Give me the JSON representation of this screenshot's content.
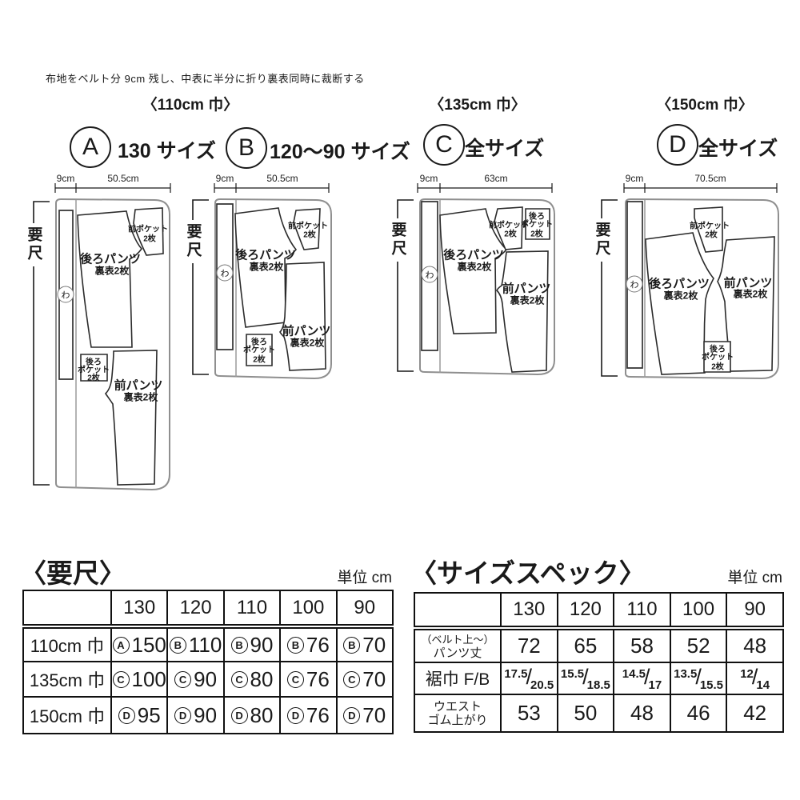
{
  "page": {
    "instruction": "布地をベルト分 9cm 残し、中表に半分に折り裏表同時に裁断する",
    "column_headers": [
      "〈110cm 巾〉",
      "〈135cm 巾〉",
      "〈150cm 巾〉"
    ]
  },
  "layouts": [
    {
      "letter": "A",
      "size_label": "130 サイズ",
      "belt_width_label": "9cm",
      "fabric_width_label": "50.5cm",
      "length_label": "要尺",
      "fold_label": "わ",
      "pieces": {
        "back_pants": {
          "name": "後ろパンツ",
          "note": "裏表2枚"
        },
        "front_pants": {
          "name": "前パンツ",
          "note": "裏表2枚"
        },
        "front_pocket": {
          "name": "前ポケット",
          "note": "2枚"
        },
        "back_pocket": {
          "l1": "後ろ",
          "l2": "ポケット",
          "l3": "2枚"
        }
      }
    },
    {
      "letter": "B",
      "size_label": "120〜90 サイズ",
      "belt_width_label": "9cm",
      "fabric_width_label": "50.5cm",
      "length_label": "要尺",
      "fold_label": "わ",
      "pieces": {
        "back_pants": {
          "name": "後ろパンツ",
          "note": "裏表2枚"
        },
        "front_pants": {
          "name": "前パンツ",
          "note": "裏表2枚"
        },
        "front_pocket": {
          "name": "前ポケット",
          "note": "2枚"
        },
        "back_pocket": {
          "l1": "後ろ",
          "l2": "ポケット",
          "l3": "2枚"
        }
      }
    },
    {
      "letter": "C",
      "size_label": "全サイズ",
      "belt_width_label": "9cm",
      "fabric_width_label": "63cm",
      "length_label": "要尺",
      "fold_label": "わ",
      "pieces": {
        "back_pants": {
          "name": "後ろパンツ",
          "note": "裏表2枚"
        },
        "front_pants": {
          "name": "前パンツ",
          "note": "裏表2枚"
        },
        "front_pocket": {
          "name": "前ポケット",
          "note": "2枚"
        },
        "back_pocket": {
          "l1": "後ろ",
          "l2": "ポケット",
          "l3": "2枚"
        }
      }
    },
    {
      "letter": "D",
      "size_label": "全サイズ",
      "belt_width_label": "9cm",
      "fabric_width_label": "70.5cm",
      "length_label": "要尺",
      "fold_label": "わ",
      "pieces": {
        "back_pants": {
          "name": "後ろパンツ",
          "note": "裏表2枚"
        },
        "front_pants": {
          "name": "前パンツ",
          "note": "裏表2枚"
        },
        "front_pocket": {
          "name": "前ポケット",
          "note": "2枚"
        },
        "back_pocket": {
          "l1": "後ろ",
          "l2": "ポケット",
          "l3": "2枚"
        }
      }
    }
  ],
  "yardage_table": {
    "title": "〈要尺〉",
    "unit": "単位 cm",
    "col_headers": [
      "130",
      "120",
      "110",
      "100",
      "90"
    ],
    "rows": [
      {
        "label": "110cm 巾",
        "cells": [
          {
            "letter": "A",
            "value": "150"
          },
          {
            "letter": "B",
            "value": "110"
          },
          {
            "letter": "B",
            "value": "90"
          },
          {
            "letter": "B",
            "value": "76"
          },
          {
            "letter": "B",
            "value": "70"
          }
        ]
      },
      {
        "label": "135cm 巾",
        "cells": [
          {
            "letter": "C",
            "value": "100"
          },
          {
            "letter": "C",
            "value": "90"
          },
          {
            "letter": "C",
            "value": "80"
          },
          {
            "letter": "C",
            "value": "76"
          },
          {
            "letter": "C",
            "value": "70"
          }
        ]
      },
      {
        "label": "150cm 巾",
        "cells": [
          {
            "letter": "D",
            "value": "95"
          },
          {
            "letter": "D",
            "value": "90"
          },
          {
            "letter": "D",
            "value": "80"
          },
          {
            "letter": "D",
            "value": "76"
          },
          {
            "letter": "D",
            "value": "70"
          }
        ]
      }
    ]
  },
  "spec_table": {
    "title": "〈サイズスペック〉",
    "unit": "単位 cm",
    "col_headers": [
      "130",
      "120",
      "110",
      "100",
      "90"
    ],
    "rows": [
      {
        "label1": "（ベルト上〜）",
        "label2": "パンツ丈",
        "values": [
          "72",
          "65",
          "58",
          "52",
          "48"
        ]
      },
      {
        "label1": "裾巾 F/B",
        "fractions": [
          {
            "f": "17.5",
            "b": "20.5"
          },
          {
            "f": "15.5",
            "b": "18.5"
          },
          {
            "f": "14.5",
            "b": "17"
          },
          {
            "f": "13.5",
            "b": "15.5"
          },
          {
            "f": "12",
            "b": "14"
          }
        ]
      },
      {
        "label1": "ウエスト",
        "label2": "ゴム上がり",
        "values": [
          "53",
          "50",
          "48",
          "46",
          "42"
        ]
      }
    ]
  }
}
